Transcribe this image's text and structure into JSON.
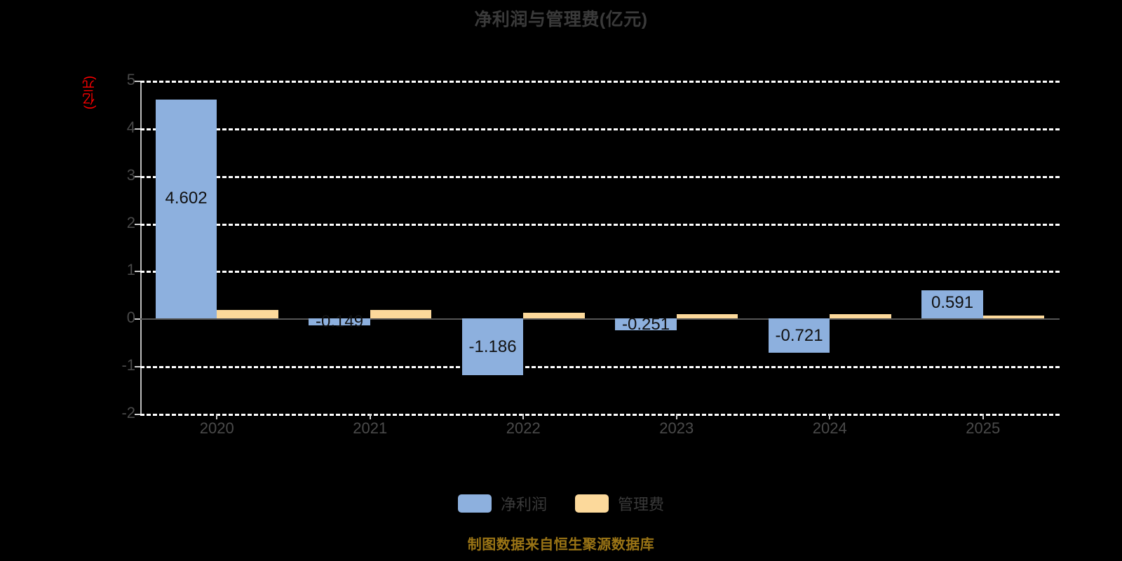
{
  "chart_data": {
    "type": "bar",
    "title": "净利润与管理费(亿元)",
    "xlabel": "",
    "ylabel": "(亿元)",
    "ylim": [
      -2,
      5
    ],
    "yticks": [
      "5",
      "4",
      "3",
      "2",
      "1",
      "0",
      "-1",
      "-2"
    ],
    "ytick_values": [
      5,
      4,
      3,
      2,
      1,
      0,
      -1,
      -2
    ],
    "grid": true,
    "legend_position": "bottom",
    "categories": [
      "2020",
      "2021",
      "2022",
      "2023",
      "2024",
      "2025"
    ],
    "series": [
      {
        "name": "净利润",
        "color": "#8db0de",
        "values": [
          4.602,
          -0.149,
          -1.186,
          -0.251,
          -0.721,
          0.591
        ],
        "labels": [
          "4.602",
          "-0.149",
          "-1.186",
          "-0.251",
          "-0.721",
          "0.591"
        ]
      },
      {
        "name": "管理费",
        "color": "#fcd99b",
        "values": [
          0.18,
          0.18,
          0.12,
          0.1,
          0.09,
          0.06
        ],
        "labels": [
          "",
          "",
          "",
          "",
          "",
          ""
        ]
      }
    ],
    "annotations": [
      "制图数据来自恒生聚源数据库"
    ]
  },
  "footer": {
    "note": "制图数据来自恒生聚源数据库"
  }
}
